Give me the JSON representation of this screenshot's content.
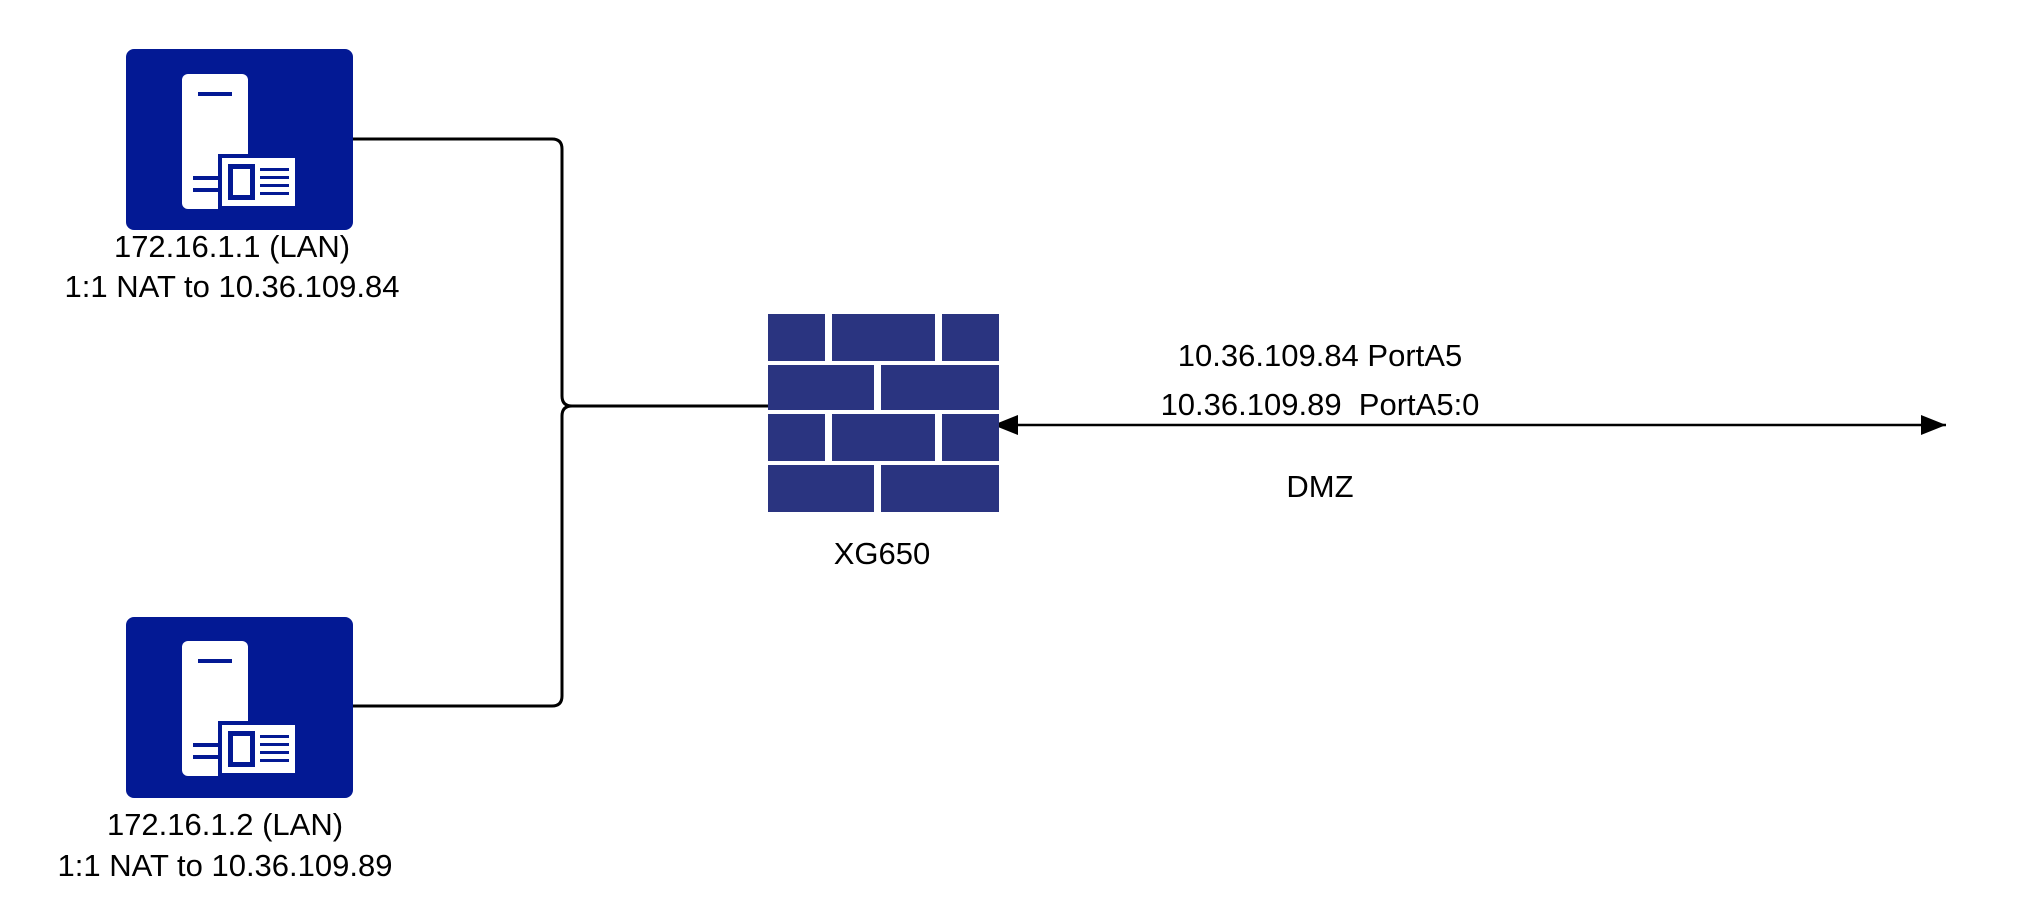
{
  "diagram": {
    "server1": {
      "icon": "server-icon",
      "line1": "172.16.1.1 (LAN)",
      "line2": "1:1 NAT to 10.36.109.84"
    },
    "server2": {
      "icon": "server-icon",
      "line1": "172.16.1.2 (LAN)",
      "line2": "1:1 NAT to 10.36.109.89"
    },
    "firewall": {
      "icon": "firewall-brick-icon",
      "label": "XG650"
    },
    "link": {
      "ip1": "10.36.109.84 PortA5",
      "ip2": "10.36.109.89  PortA5:0",
      "zone": "DMZ"
    },
    "colors": {
      "server_fill": "#031994",
      "firewall_fill": "#2a3480",
      "line": "#000000",
      "background": "#ffffff"
    }
  }
}
